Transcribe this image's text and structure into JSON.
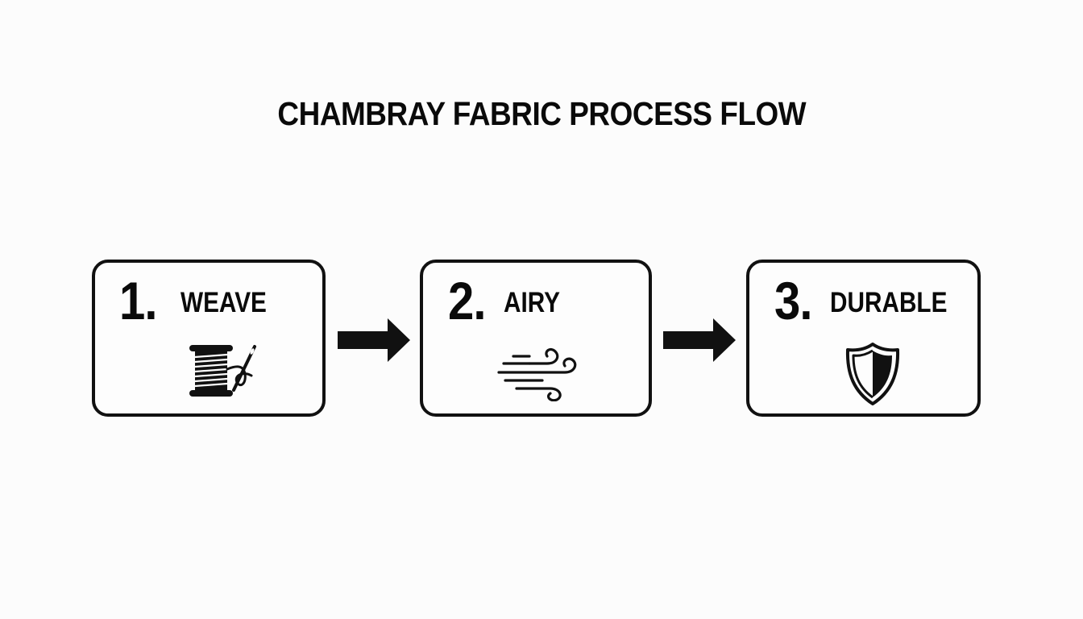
{
  "diagram": {
    "title": "CHAMBRAY FABRIC PROCESS FLOW",
    "steps": [
      {
        "number": "1.",
        "label": "WEAVE",
        "icon": "spool-needle-icon"
      },
      {
        "number": "2.",
        "label": "AIRY",
        "icon": "wind-icon"
      },
      {
        "number": "3.",
        "label": "DURABLE",
        "icon": "shield-icon"
      }
    ],
    "connectors": [
      "arrow-right-icon",
      "arrow-right-icon"
    ]
  },
  "colors": {
    "ink": "#111111",
    "background": "#fcfcfc"
  }
}
